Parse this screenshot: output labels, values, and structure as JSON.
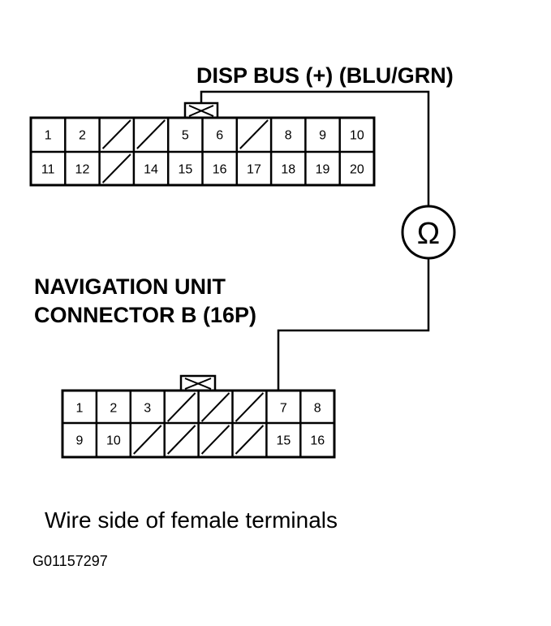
{
  "labels": {
    "signal": "DISP BUS (+) (BLU/GRN)",
    "connector_line1": "NAVIGATION UNIT",
    "connector_line2": "CONNECTOR B (16P)",
    "caption": "Wire side of female terminals",
    "figure_id": "G01157297",
    "meter_symbol": "Ω"
  },
  "connector_top": {
    "row1": [
      "1",
      "2",
      "",
      "",
      "5",
      "6",
      "",
      "8",
      "9",
      "10"
    ],
    "row2": [
      "11",
      "12",
      "",
      "14",
      "15",
      "16",
      "17",
      "18",
      "19",
      "20"
    ],
    "blocked_row1": [
      2,
      3,
      6
    ],
    "blocked_row2": [
      2
    ]
  },
  "connector_bottom": {
    "row1": [
      "1",
      "2",
      "3",
      "",
      "",
      "",
      "7",
      "8"
    ],
    "row2": [
      "9",
      "10",
      "",
      "",
      "",
      "",
      "15",
      "16"
    ],
    "blocked_row1": [
      3,
      4,
      5
    ],
    "blocked_row2": [
      2,
      3,
      4,
      5
    ]
  }
}
